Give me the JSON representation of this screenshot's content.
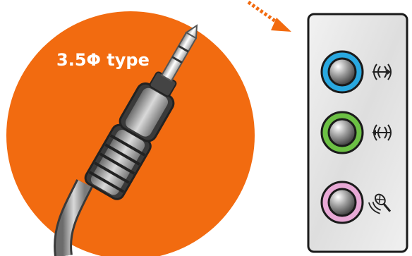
{
  "plug_label": "3.5Φ type",
  "colors": {
    "circle_background": "#f26b10",
    "panel_background": "#e2e2e2",
    "arrow": "#f26b10",
    "port_line_in": "#29a8e0",
    "port_line_out": "#6cc044",
    "port_mic": "#e8a9d6"
  },
  "ports": [
    {
      "name": "line-in",
      "icon": "audio-line-in-icon"
    },
    {
      "name": "line-out",
      "icon": "audio-line-out-icon"
    },
    {
      "name": "microphone",
      "icon": "microphone-icon"
    }
  ]
}
